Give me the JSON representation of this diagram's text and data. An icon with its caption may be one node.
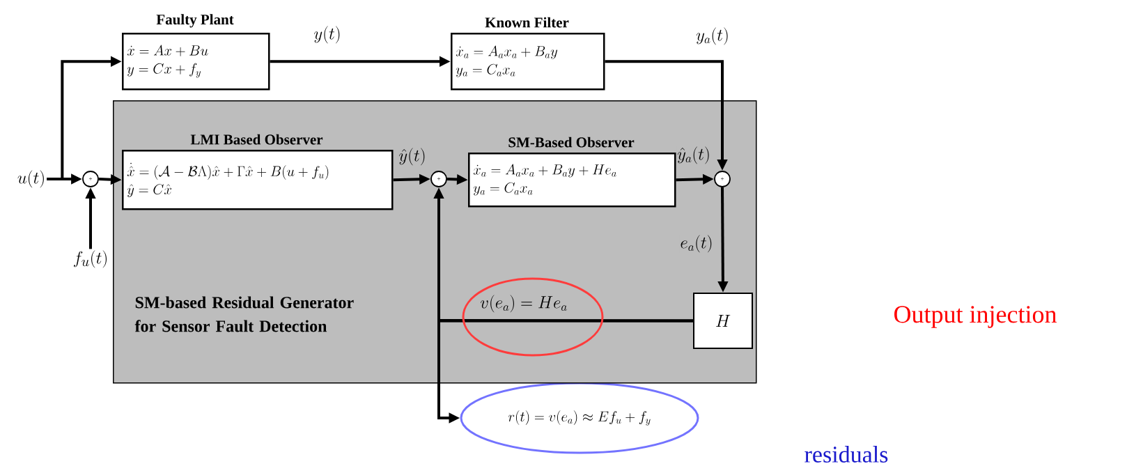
{
  "diagram": {
    "nodes": [
      {
        "text": [
          "SM-based Residual Generator for Sensor Fault Detection"
        ]
      },
      {
        "text": [
          "Faulty Plant",
          "\\dot{x} = Ax + Bu",
          "y = Cx + f_y"
        ]
      },
      {
        "text": [
          "Known Filter",
          "\\dot{x}_a = A_a x_a + B_a y",
          "y_a = C_a x_a"
        ]
      },
      {
        "text": [
          "LMI Based Observer",
          "\\dot{\\hat{x}} = (\\mathcal{A} - \\mathcal{B}\\Lambda)\\hat{x} + \\Gamma\\hat{x} + B(u + f_u)",
          "\\hat{y} = C\\hat{x}"
        ],
        "in": 0
      },
      {
        "text": [
          "SM-Based Observer",
          "\\dot{x}_a = A_a x_a + B_a y + H e_a",
          "y_a = C_a x_a"
        ],
        "in": 0
      },
      {
        "text": [
          "+"
        ]
      },
      {
        "text": [
          "+"
        ],
        "in": 0
      },
      {
        "text": [
          "+"
        ],
        "in": 0
      },
      {
        "text": [
          "H"
        ],
        "in": 0
      },
      {
        "text": [
          "u(t)"
        ]
      },
      {
        "text": [
          "f_u(t)"
        ]
      },
      {
        "text": [
          "r(t) = v(e_a) \\approx E f_u + f_y"
        ]
      }
    ],
    "edges": [
      {
        "from": 9,
        "to": 5,
        "arrow": "to"
      },
      {
        "from": 9,
        "to": 1,
        "arrow": "to"
      },
      {
        "from": 10,
        "to": 5,
        "arrow": "to"
      },
      {
        "from": 5,
        "to": 3,
        "arrow": "to"
      },
      {
        "from": 1,
        "to": 2,
        "arrow": "to",
        "label": "y(t)"
      },
      {
        "from": 3,
        "to": 6,
        "arrow": "to",
        "label": "\\hat{y}(t)"
      },
      {
        "from": 6,
        "to": 4,
        "arrow": "to"
      },
      {
        "from": 4,
        "to": 7,
        "arrow": "to",
        "label": "\\hat{y}_a(t)"
      },
      {
        "from": 2,
        "to": 7,
        "arrow": "to",
        "label": "y_a(t)"
      },
      {
        "from": 7,
        "to": 8,
        "arrow": "to",
        "label": "e_a(t)"
      },
      {
        "from": 8,
        "to": 6,
        "arrow": "to",
        "label": "v(e_a) = H e_a"
      },
      {
        "from": 8,
        "to": 11,
        "arrow": "to"
      }
    ],
    "labels": [
      "Output injection",
      "residuals"
    ]
  }
}
